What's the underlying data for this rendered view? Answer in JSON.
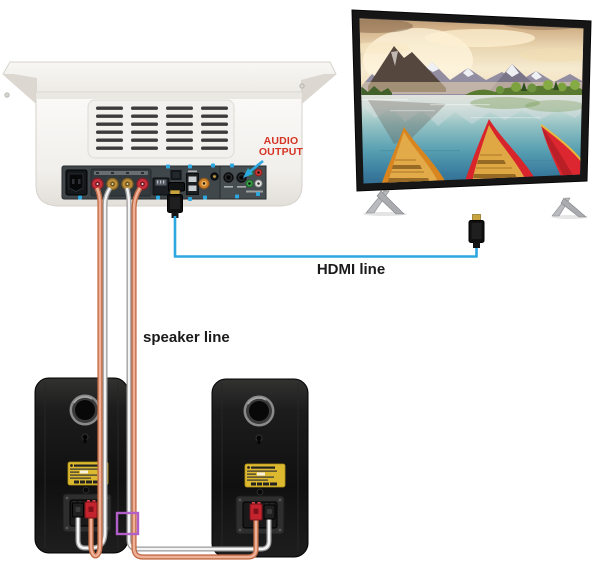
{
  "labels": {
    "audio_output": {
      "line1": "AUDIO",
      "line2": "OUTPUT"
    },
    "hdmi_line": "HDMI line",
    "speaker_line": "speaker line"
  },
  "colors": {
    "hdmi_line_blue": "#2da7e0",
    "audio_output_red": "#d63324",
    "highlight_purple": "#b35fc9",
    "wire_copper": "#c06a45",
    "wire_copper_fill": "#eeb096",
    "wire_grey": "#9b9b9b",
    "wire_grey_fill": "#f4f4f4",
    "binding_post_red": "#c5303c",
    "binding_post_gold": "#b98c3a",
    "terminal_red": "#c5232e",
    "speaker_black": "#141414",
    "device_white": "#f6f4f1",
    "tv_bezel_black": "#161616"
  }
}
